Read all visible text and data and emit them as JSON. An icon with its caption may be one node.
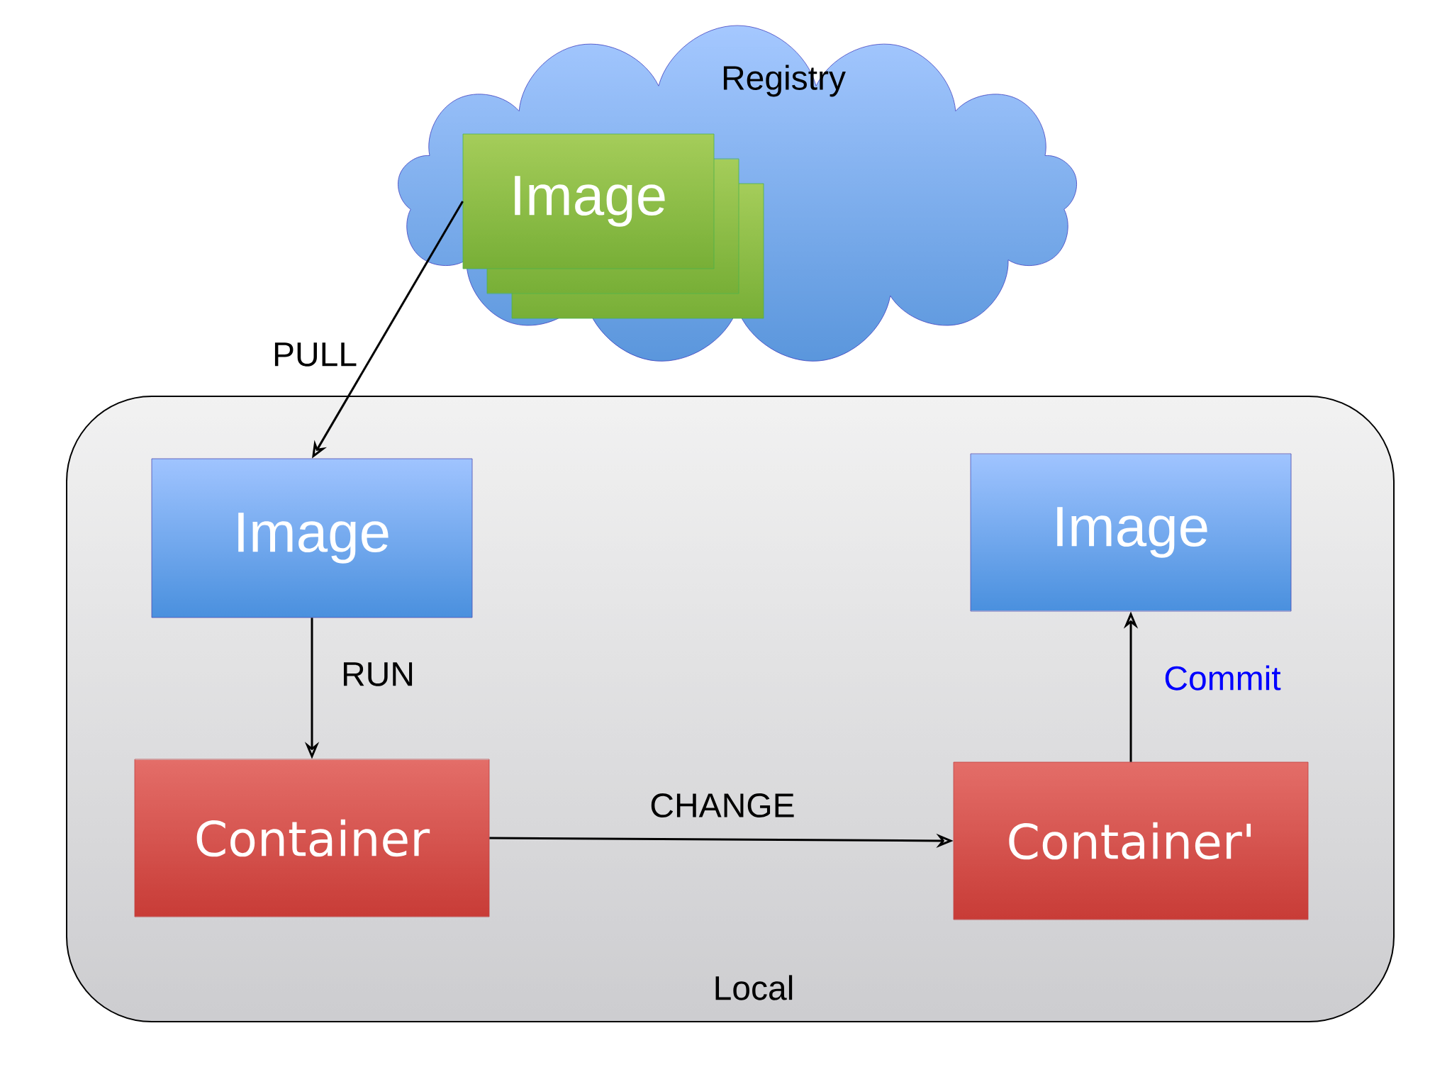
{
  "diagram": {
    "nodes": [
      {
        "text": [
          "Registry"
        ]
      },
      {
        "text": [
          "Image"
        ],
        "in": 0
      },
      {
        "text": [
          "Local"
        ]
      },
      {
        "text": [
          "Image"
        ],
        "in": 2
      },
      {
        "text": [
          "Container"
        ],
        "in": 2
      },
      {
        "text": [
          "Image"
        ],
        "in": 2
      },
      {
        "text": [
          "Container'"
        ],
        "in": 2
      }
    ],
    "edges": [
      {
        "from": 1,
        "to": 3,
        "arrow": "to",
        "label": "PULL"
      },
      {
        "from": 3,
        "to": 4,
        "arrow": "to",
        "label": "RUN"
      },
      {
        "from": 4,
        "to": 6,
        "arrow": "to",
        "label": "CHANGE"
      },
      {
        "from": 6,
        "to": 5,
        "arrow": "to",
        "label": "Commit"
      }
    ]
  }
}
